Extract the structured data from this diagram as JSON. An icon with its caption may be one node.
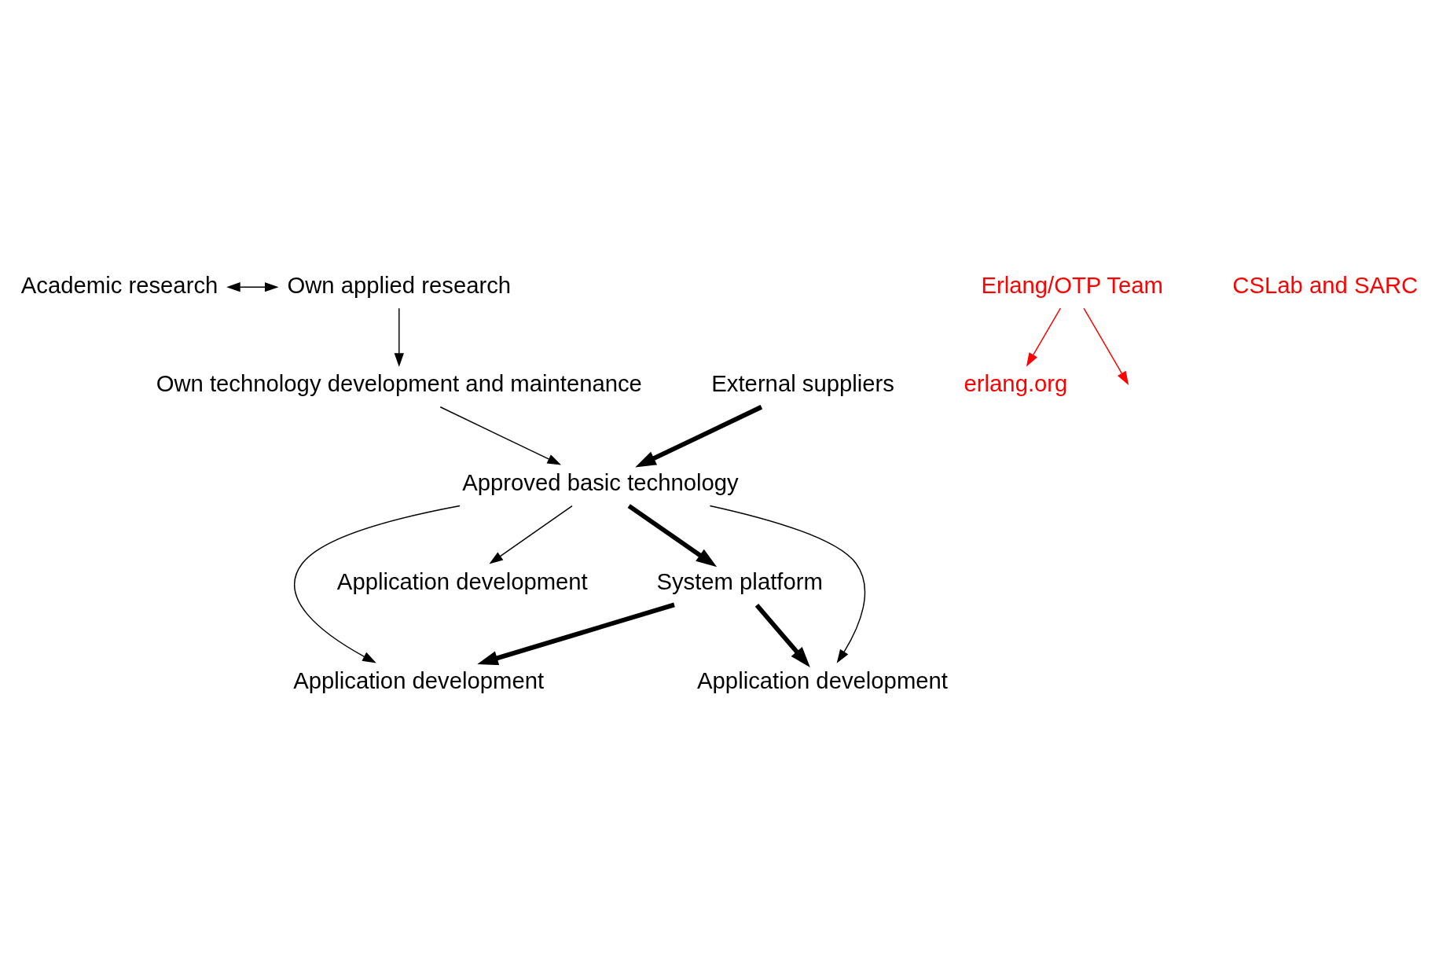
{
  "diagram": {
    "nodes": [
      {
        "text": [
          "Academic research"
        ]
      },
      {
        "text": [
          "Own applied research"
        ]
      },
      {
        "text": [
          "Own technology development and maintenance"
        ]
      },
      {
        "text": [
          "External suppliers"
        ]
      },
      {
        "text": [
          "Approved basic technology"
        ]
      },
      {
        "text": [
          "System platform"
        ]
      },
      {
        "text": [
          "Application development"
        ]
      },
      {
        "text": [
          "Application development"
        ]
      },
      {
        "text": [
          "Application development"
        ]
      },
      {
        "text": [
          "Erlang/OTP Team"
        ]
      },
      {
        "text": [
          "erlang.org"
        ]
      }
    ],
    "edges": [
      {
        "from": 0,
        "to": 1,
        "arrow": "both"
      },
      {
        "from": 1,
        "to": 2,
        "arrow": "to"
      },
      {
        "from": 2,
        "to": 4,
        "arrow": "to"
      },
      {
        "from": 3,
        "to": 4,
        "arrow": "to",
        "style": "thick"
      },
      {
        "from": 4,
        "to": 6,
        "arrow": "to"
      },
      {
        "from": 4,
        "to": 7,
        "arrow": "to"
      },
      {
        "from": 4,
        "to": 8,
        "arrow": "to"
      },
      {
        "from": 4,
        "to": 5,
        "arrow": "to",
        "style": "thick"
      },
      {
        "from": 5,
        "to": 7,
        "arrow": "to",
        "style": "thick"
      },
      {
        "from": 5,
        "to": 8,
        "arrow": "to",
        "style": "thick"
      },
      {
        "from": 9,
        "to": 10,
        "arrow": "to",
        "color": "#ff0000"
      },
      {
        "from": 9,
        "to": null,
        "arrow": "to",
        "color": "#ff0000"
      }
    ],
    "labels": [
      "CSLab and SARC"
    ]
  }
}
